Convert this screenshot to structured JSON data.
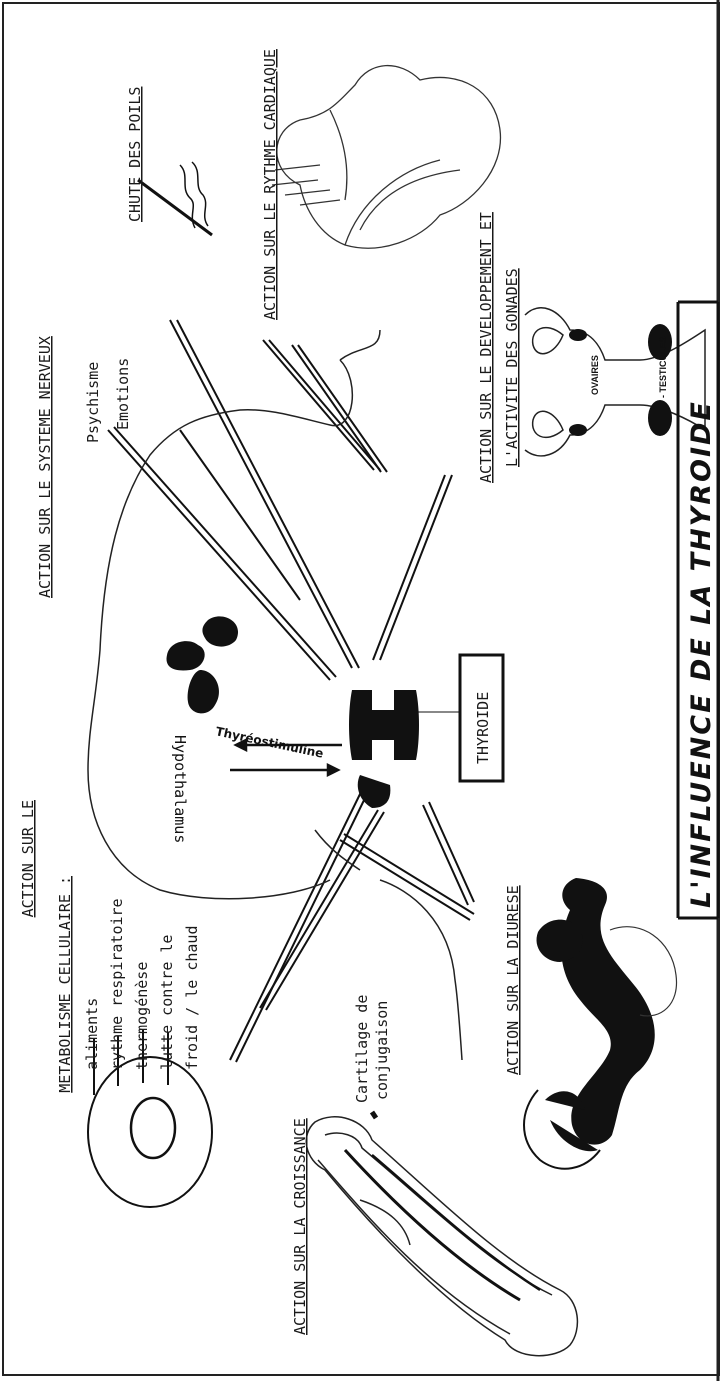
{
  "title": "L'INFLUENCE DE LA THYROIDE",
  "center": {
    "gland_label": "THYROIDE",
    "hypothalamus": "Hypothalamus",
    "hormone": "Thyréostimuline"
  },
  "actions": {
    "metabolisme": {
      "line1": "ACTION SUR LE",
      "line2": "METABOLISME  CELLULAIRE :",
      "items": [
        "aliments",
        "rythme respiratoire",
        "thermogénèse",
        "lutte contre le",
        "froid / le chaud"
      ]
    },
    "croissance": {
      "label": "ACTION SUR LA CROISSANCE",
      "note1": "Cartilage de",
      "note2": "conjugaison"
    },
    "diurese": {
      "label": "ACTION SUR LA DIURESE"
    },
    "nerveux": {
      "label": "ACTION SUR LE SYSTEME NERVEUX",
      "items": [
        "Psychisme",
        "Emotions"
      ]
    },
    "gonades": {
      "line1": "ACTION SUR LE DEVELOPPEMENT ET",
      "line2": "L'ACTIVITE DES GONADES",
      "ovaires": "OVAIRES",
      "testicules": "- TESTICULES"
    },
    "poils": {
      "label": "CHUTE DES POILS"
    },
    "cardiaque": {
      "label": "ACTION SUR LE RYTHME CARDIAQUE"
    }
  }
}
